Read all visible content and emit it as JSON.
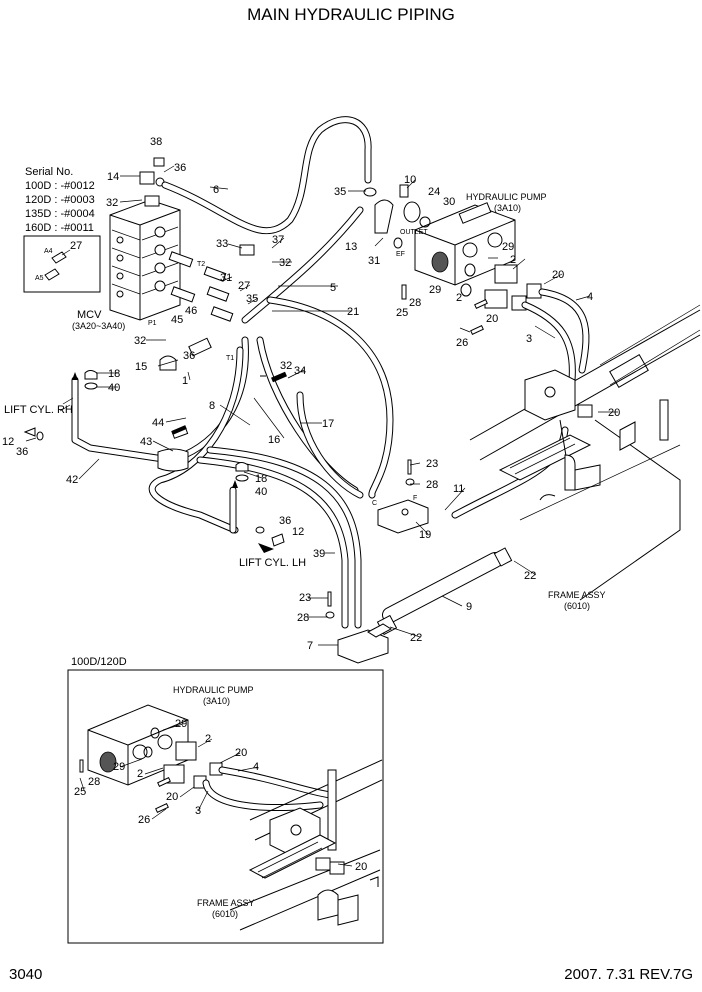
{
  "title": "MAIN HYDRAULIC PIPING",
  "serial": {
    "heading": "Serial No.",
    "rows": [
      "100D : -#0012",
      "120D : -#0003",
      "135D : -#0004",
      "160D : -#0011"
    ]
  },
  "inset_labels": {
    "a4": "A4",
    "a5": "A5",
    "num": "27"
  },
  "labels": {
    "mcv": "MCV",
    "mcv_ref": "(3A20~3A40)",
    "pump": "HYDRAULIC PUMP",
    "pump_ref": "(3A10)",
    "outlet": "OUTLET",
    "ef": "EF",
    "lift_rh": "LIFT CYL. RH",
    "lift_lh": "LIFT CYL. LH",
    "frame": "FRAME ASSY",
    "frame_ref": "(6010)",
    "t1": "T1",
    "t2": "T2",
    "p1": "P1",
    "cport": "C",
    "fport": "F"
  },
  "sub": {
    "caption": "100D/120D",
    "pump": "HYDRAULIC PUMP",
    "pump_ref": "(3A10)",
    "frame": "FRAME ASSY",
    "frame_ref": "(6010)"
  },
  "footer": {
    "page": "3040",
    "rev": "2007. 7.31  REV.7G"
  },
  "callouts": [
    "38",
    "36",
    "14",
    "32",
    "6",
    "35",
    "10",
    "24",
    "30",
    "13",
    "31",
    "33",
    "37",
    "32",
    "5",
    "29",
    "2",
    "20",
    "4",
    "31",
    "27",
    "35",
    "45",
    "46",
    "21",
    "29",
    "2",
    "25",
    "28",
    "20",
    "26",
    "3",
    "32",
    "36",
    "15",
    "18",
    "40",
    "1",
    "32",
    "34",
    "17",
    "8",
    "16",
    "44",
    "43",
    "20",
    "12",
    "36",
    "42",
    "18",
    "40",
    "36",
    "12",
    "23",
    "28",
    "11",
    "19",
    "39",
    "22",
    "9",
    "22",
    "23",
    "28",
    "7",
    "29",
    "2",
    "20",
    "4",
    "29",
    "25",
    "28",
    "2",
    "20",
    "26",
    "3",
    "20"
  ]
}
